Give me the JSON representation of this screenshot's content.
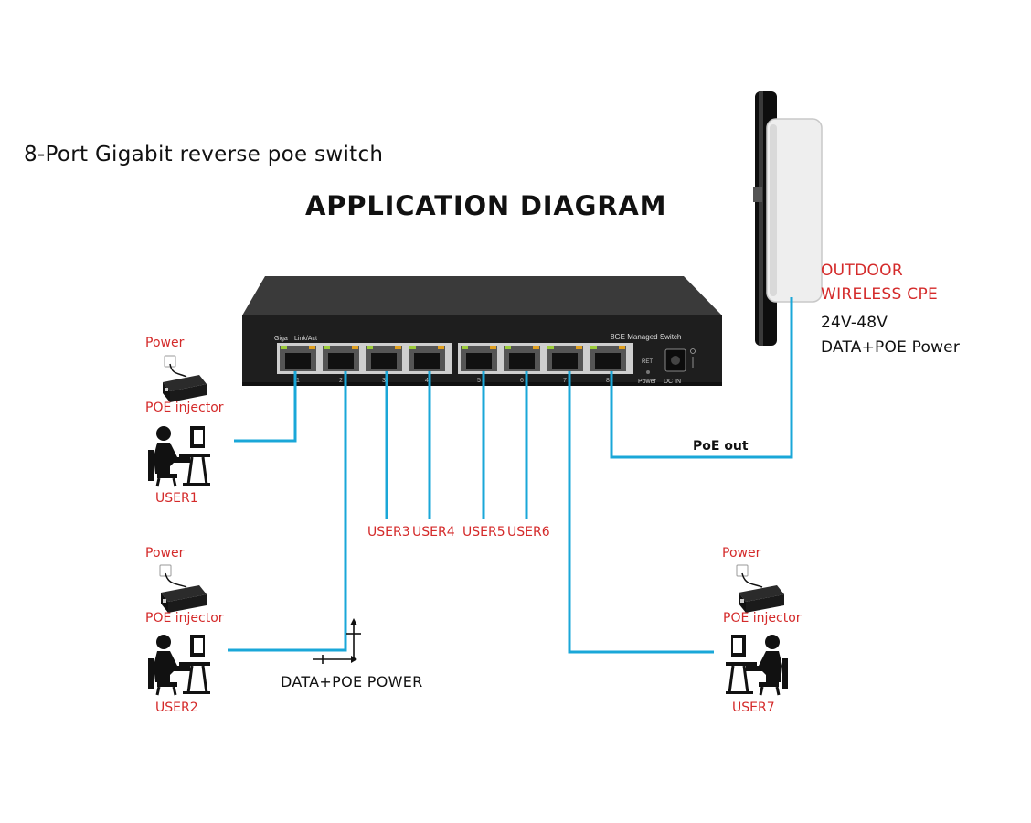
{
  "header": {
    "subtitle": "8-Port Gigabit reverse poe switch",
    "title": "APPLICATION DIAGRAM"
  },
  "switch": {
    "panel_label": "8GE Managed Switch",
    "giga_label": "Giga",
    "link_label": "Link/Act",
    "port_numbers": [
      "1",
      "2",
      "3",
      "4",
      "5",
      "6",
      "7",
      "8"
    ],
    "rst_label": "RET",
    "power_label": "Power",
    "dcin_label": "DC IN"
  },
  "cpe": {
    "label_line1": "OUTDOOR",
    "label_line2": "WIRELESS CPE",
    "voltage": "24V-48V",
    "data_power": "DATA+POE Power"
  },
  "users": {
    "user1": {
      "power": "Power",
      "injector": "POE injector",
      "name": "USER1"
    },
    "user2": {
      "power": "Power",
      "injector": "POE injector",
      "name": "USER2"
    },
    "user7": {
      "power": "Power",
      "injector": "POE injector",
      "name": "USER7"
    },
    "user3": "USER3",
    "user4": "USER4",
    "user5": "USER5",
    "user6": "USER6"
  },
  "annotations": {
    "poe_out": "PoE out",
    "data_poe_power": "DATA+POE POWER"
  },
  "colors": {
    "cable": "#1aa7d8",
    "label_red": "#d42a2a",
    "switch_body": "#2a2a2a"
  }
}
